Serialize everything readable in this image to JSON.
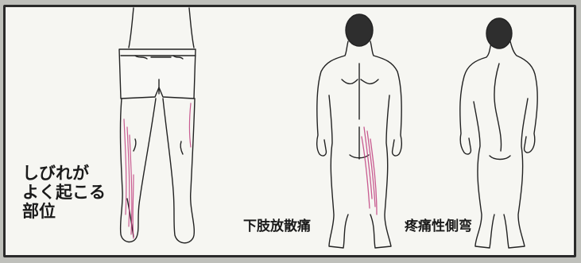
{
  "labels": {
    "numbness_line1": "しびれが",
    "numbness_line2": "よく起こる",
    "numbness_line3": "部位",
    "sciatica": "下肢放散痛",
    "scoliosis": "疼痛性側弯"
  },
  "colors": {
    "paper": "#f6f6f2",
    "ink": "#222222",
    "highlight": "#c0407f",
    "hair": "#2e2e2e"
  }
}
